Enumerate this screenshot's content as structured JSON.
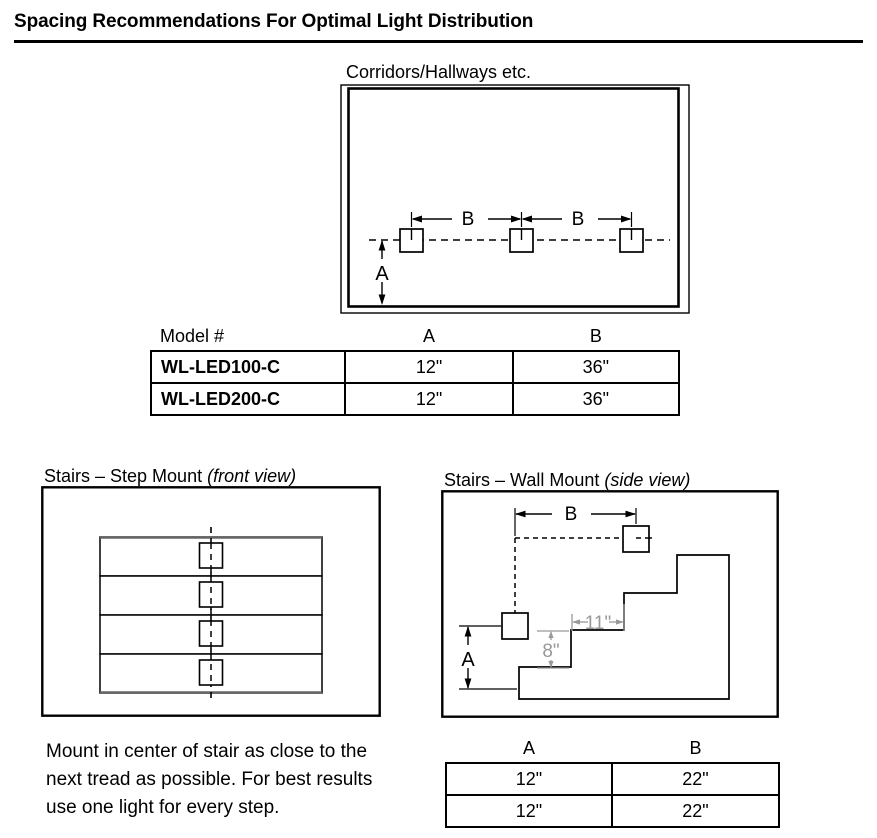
{
  "page": {
    "title": "Spacing Recommendations For Optimal Light Distribution"
  },
  "corridor": {
    "caption": "Corridors/Hallways etc.",
    "dim_labels": {
      "a": "A",
      "b1": "B",
      "b2": "B"
    },
    "fixture_count": 3
  },
  "corridor_table": {
    "headers": [
      "Model #",
      "A",
      "B"
    ],
    "rows": [
      {
        "model": "WL-LED100-C",
        "a": "12\"",
        "b": "36\""
      },
      {
        "model": "WL-LED200-C",
        "a": "12\"",
        "b": "36\""
      }
    ]
  },
  "step_mount": {
    "caption_main": "Stairs – Step Mount ",
    "caption_italic": "(front view)",
    "step_count": 4,
    "note": "Mount in center of stair as close to the next tread as possible. For best results use one light for every step."
  },
  "wall_mount": {
    "caption_main": "Stairs – Wall Mount ",
    "caption_italic": "(side view)",
    "dim_labels": {
      "a": "A",
      "b": "B",
      "riser": "8\"",
      "tread": "11\""
    },
    "dim_color": "#999999"
  },
  "wall_table": {
    "headers": [
      "A",
      "B"
    ],
    "rows": [
      {
        "a": "12\"",
        "b": "22\""
      },
      {
        "a": "12\"",
        "b": "22\""
      }
    ]
  },
  "colors": {
    "line": "#000000",
    "gray_dim": "#999999",
    "step_edge": "#666666"
  }
}
